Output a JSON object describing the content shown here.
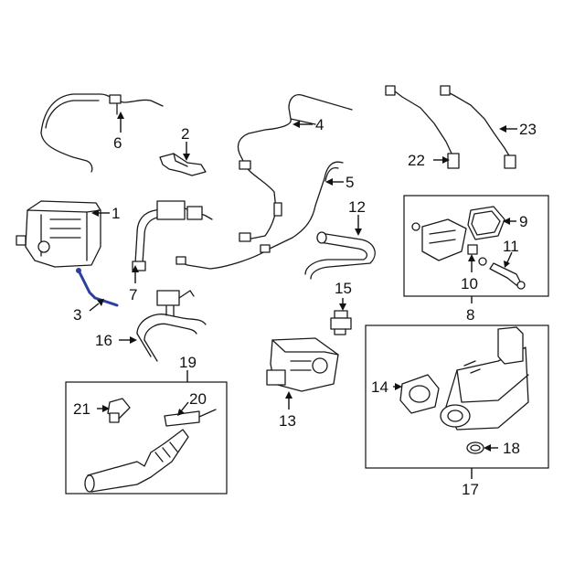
{
  "diagram": {
    "callouts": [
      {
        "id": "1",
        "label": "1"
      },
      {
        "id": "2",
        "label": "2"
      },
      {
        "id": "3",
        "label": "3"
      },
      {
        "id": "4",
        "label": "4"
      },
      {
        "id": "5",
        "label": "5"
      },
      {
        "id": "6",
        "label": "6"
      },
      {
        "id": "7",
        "label": "7"
      },
      {
        "id": "8",
        "label": "8"
      },
      {
        "id": "9",
        "label": "9"
      },
      {
        "id": "10",
        "label": "10"
      },
      {
        "id": "11",
        "label": "11"
      },
      {
        "id": "12",
        "label": "12"
      },
      {
        "id": "13",
        "label": "13"
      },
      {
        "id": "14",
        "label": "14"
      },
      {
        "id": "15",
        "label": "15"
      },
      {
        "id": "16",
        "label": "16"
      },
      {
        "id": "17",
        "label": "17"
      },
      {
        "id": "18",
        "label": "18"
      },
      {
        "id": "19",
        "label": "19"
      },
      {
        "id": "20",
        "label": "20"
      },
      {
        "id": "21",
        "label": "21"
      },
      {
        "id": "22",
        "label": "22"
      },
      {
        "id": "23",
        "label": "23"
      }
    ],
    "highlight_color": "#2b3f9e",
    "line_color": "#1a1a1a"
  }
}
